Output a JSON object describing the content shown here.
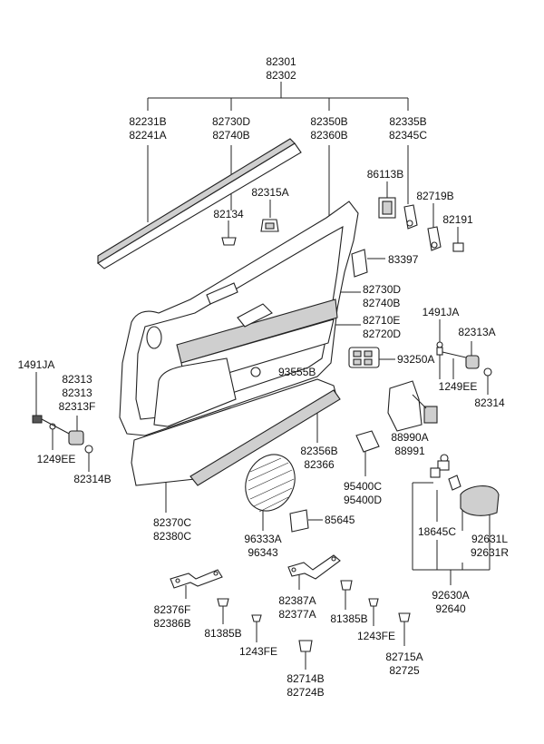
{
  "labels": {
    "top_a": "82301",
    "top_b": "82302",
    "l82231b": "82231B",
    "l82241a": "82241A",
    "l82730d_top": "82730D",
    "l82740b_top": "82740B",
    "l82350b": "82350B",
    "l82360b": "82360B",
    "l82335b": "82335B",
    "l82345c": "82345C",
    "l86113b": "86113B",
    "l82719b": "82719B",
    "l82315a": "82315A",
    "l82134": "82134",
    "l82191": "82191",
    "l83397": "83397",
    "l82730d_mid": "82730D",
    "l82740b_mid": "82740B",
    "l82710e": "82710E",
    "l82720d": "82720D",
    "l1491ja_r": "1491JA",
    "l82313a": "82313A",
    "l93250a": "93250A",
    "l1249ee_r": "1249EE",
    "l82314_r": "82314",
    "l1491ja_l": "1491JA",
    "l82313_1": "82313",
    "l82313_2": "82313",
    "l82313f": "82313F",
    "l93555b": "93555B",
    "l1249ee_l": "1249EE",
    "l82314b": "82314B",
    "l88990a": "88990A",
    "l88991": "88991",
    "l82356b": "82356B",
    "l82366": "82366",
    "l95400c": "95400C",
    "l95400d": "95400D",
    "l82370c": "82370C",
    "l82380c": "82380C",
    "l96333a": "96333A",
    "l96343": "96343",
    "l85645": "85645",
    "l18645c": "18645C",
    "l92631l": "92631L",
    "l92631r": "92631R",
    "l92630a": "92630A",
    "l92640": "92640",
    "l82376f": "82376F",
    "l82386b": "82386B",
    "l82387a": "82387A",
    "l82377a": "82377A",
    "l81385b_l": "81385B",
    "l81385b_r": "81385B",
    "l1243fe_l": "1243FE",
    "l1243fe_r": "1243FE",
    "l82715a": "82715A",
    "l82725": "82725",
    "l82714b": "82714B",
    "l82724b": "82724B"
  }
}
